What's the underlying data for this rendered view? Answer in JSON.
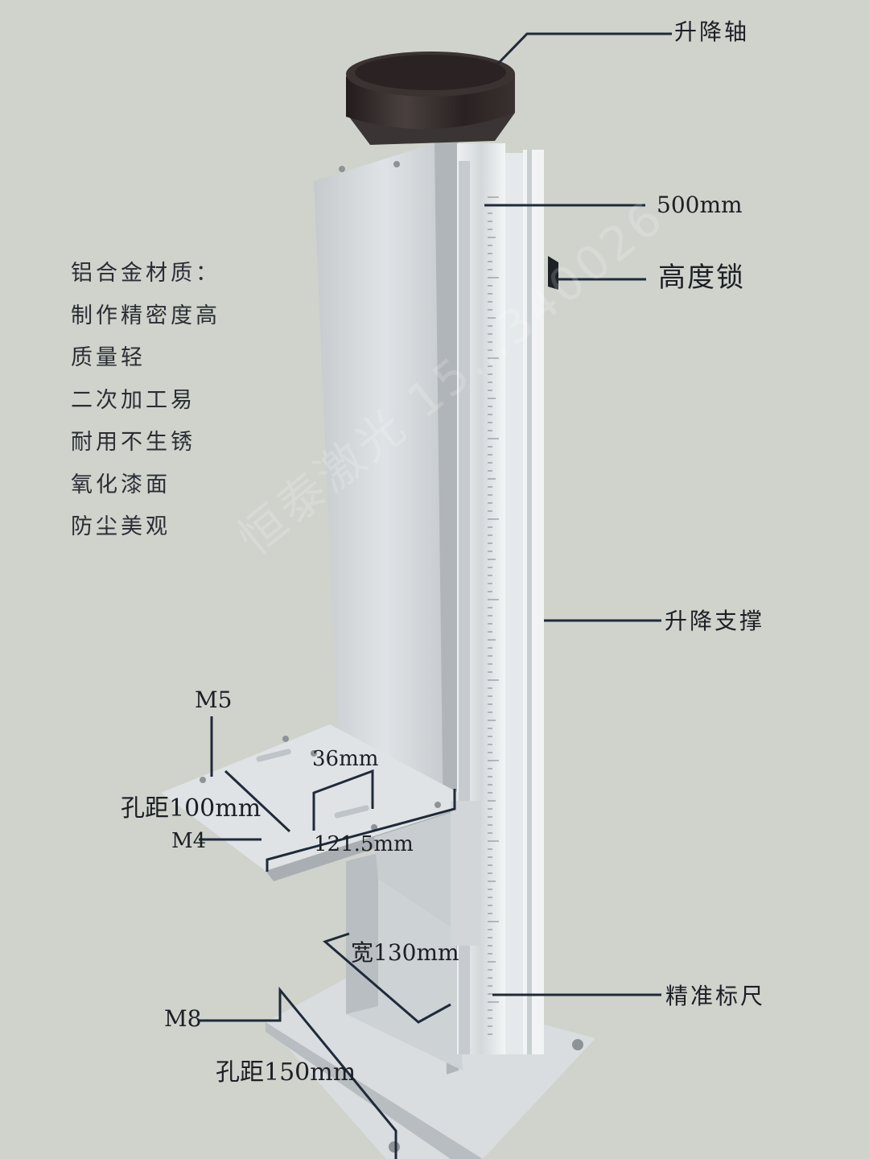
{
  "labels": {
    "lift_axis": "升降轴",
    "travel": "500mm",
    "height_lock": "高度锁",
    "lift_support": "升降支撑",
    "scale": "精准标尺",
    "m5": "M5",
    "d36": "36mm",
    "hole_100": "孔距100mm",
    "m4": "M4",
    "d121": "121.5mm",
    "width130": "宽130mm",
    "m8": "M8",
    "hole_150": "孔距150mm"
  },
  "features": [
    "铝合金材质：",
    "制作精密度高",
    "质量轻",
    "二次加工易",
    "耐用不生锈",
    "氧化漆面",
    "防尘美观"
  ],
  "watermark": "恒泰激光 15…340026",
  "colors": {
    "background": "#cfd3cc",
    "aluminum": "#d8dde0",
    "knob": "#2e2626",
    "leader_line": "#1f2a3a"
  }
}
